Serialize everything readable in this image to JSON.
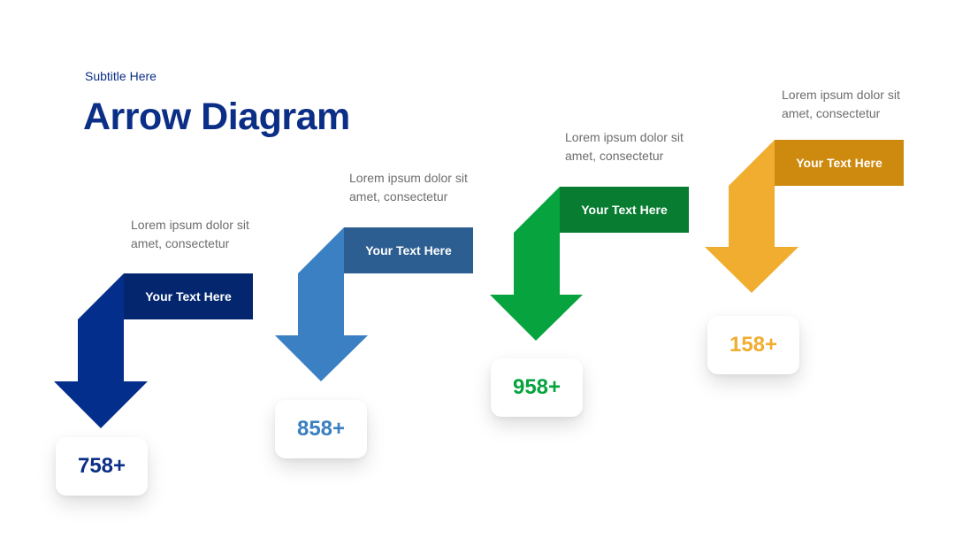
{
  "header": {
    "subtitle": "Subtitle Here",
    "title": "Arrow Diagram"
  },
  "steps": [
    {
      "label": "Your Text Here",
      "description": "Lorem ipsum dolor sit amet, consectetur",
      "value": "758+",
      "colors": {
        "shaft": "#042e8b",
        "label_bg": "#03266f",
        "value_text": "#0b2f86"
      }
    },
    {
      "label": "Your Text Here",
      "description": "Lorem ipsum dolor sit amet, consectetur",
      "value": "858+",
      "colors": {
        "shaft": "#3a80c2",
        "label_bg": "#2c5e91",
        "value_text": "#3a80c2"
      }
    },
    {
      "label": "Your Text Here",
      "description": "Lorem ipsum dolor sit amet, consectetur",
      "value": "958+",
      "colors": {
        "shaft": "#06a33e",
        "label_bg": "#087d31",
        "value_text": "#06a33e"
      }
    },
    {
      "label": "Your Text Here",
      "description": "Lorem ipsum dolor sit amet, consectetur",
      "value": "158+",
      "colors": {
        "shaft": "#f0ad2f",
        "label_bg": "#cd8a0f",
        "value_text": "#f0ad2f"
      }
    }
  ]
}
